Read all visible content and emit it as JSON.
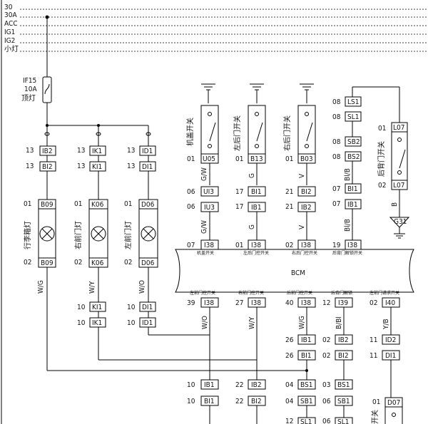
{
  "bus_lines": [
    "30",
    "30A",
    "ACC",
    "IG1",
    "IG2",
    "小灯"
  ],
  "fuse": {
    "id": "IF15",
    "rating": "10A",
    "name": "顶灯"
  },
  "lamps": [
    {
      "name": "行李箱灯",
      "top_conn_pin": "13",
      "top_conn": "IB2",
      "mid_conn_pin": "13",
      "mid_conn": "BI2",
      "conn_pin1": "01",
      "conn1": "B09",
      "conn_pin2": "02",
      "conn2": "B09",
      "wire": "W/G"
    },
    {
      "name": "右前门灯",
      "top_conn_pin": "13",
      "top_conn": "IK1",
      "mid_conn_pin": "13",
      "mid_conn": "KI1",
      "conn_pin1": "01",
      "conn1": "K06",
      "conn_pin2": "02",
      "conn2": "K06",
      "wire": "W/Y"
    },
    {
      "name": "左前门灯",
      "top_conn_pin": "13",
      "top_conn": "ID1",
      "mid_conn_pin": "13",
      "mid_conn": "DI1",
      "conn_pin1": "01",
      "conn1": "D06",
      "conn_pin2": "02",
      "conn2": "D06",
      "wire": "W/O"
    }
  ],
  "lamp_lower": [
    {
      "pin1": "10",
      "conn1": "KI1",
      "pin2": "10",
      "conn2": "IK1"
    },
    {
      "pin1": "10",
      "conn1": "DI1",
      "pin2": "10",
      "conn2": "ID1"
    }
  ],
  "switches": [
    {
      "name": "机盖开关",
      "pin": "01",
      "conn": "U05",
      "wire": "G/W",
      "c2pin": "06",
      "c2": "UI3",
      "c3pin": "06",
      "c3": "IU3",
      "wire2": "G/W",
      "bcm_pin": "07",
      "bcm_conn": "I38",
      "bcm_label": "机盖开关"
    },
    {
      "name": "左后门开关",
      "pin": "01",
      "conn": "B13",
      "wire": "G",
      "c2pin": "17",
      "c2": "BI1",
      "c3pin": "17",
      "c3": "IB1",
      "wire2": "G",
      "bcm_pin": "01",
      "bcm_conn": "I38",
      "bcm_label": "左后门控开关"
    },
    {
      "name": "右后门开关",
      "pin": "01",
      "conn": "B03",
      "wire": "V",
      "c2pin": "21",
      "c2": "BI2",
      "c3pin": "21",
      "c3": "IB2",
      "wire2": "V",
      "bcm_pin": "02",
      "bcm_conn": "I38",
      "bcm_label": "右后门控开关"
    }
  ],
  "right_chain": {
    "c1pin": "08",
    "c1": "LS1",
    "c2pin": "08",
    "c2": "SL1",
    "c3pin": "08",
    "c3": "SB2",
    "c4pin": "08",
    "c4": "BS2",
    "wire": "Bl/B",
    "c5pin": "07",
    "c5": "BI1",
    "c6pin": "07",
    "c6": "IB1",
    "wire2": "Bl/B",
    "bcm_pin": "19",
    "bcm_conn": "I38",
    "bcm_label": "后背门解锁开关"
  },
  "rear_switch": {
    "name": "后背门开关",
    "pin1": "01",
    "conn1": "L07",
    "pin2": "02",
    "conn2": "L07",
    "wire": "B",
    "ground": "G31"
  },
  "bcm": {
    "label": "BCM",
    "bottom_pins": [
      {
        "label": "左前门控开关",
        "pin": "39",
        "conn": "I38",
        "wire": "W/O"
      },
      {
        "label": "右前门控开关",
        "pin": "27",
        "conn": "I38",
        "wire": "W/Y"
      },
      {
        "label": "后前门控开关",
        "pin": "40",
        "conn": "I38",
        "wire": "W/G"
      },
      {
        "label": "后背门解锁",
        "pin": "12",
        "conn": "I39",
        "wire": "B/Bl"
      },
      {
        "label": "左前门请求开关",
        "pin": "02",
        "conn": "I40",
        "wire": "Y/B"
      }
    ]
  },
  "lower": {
    "row1": [
      {
        "pin": "26",
        "conn": "IB1"
      },
      {
        "pin": "02",
        "conn": "IB2"
      },
      {
        "pin": "11",
        "conn": "ID2"
      }
    ],
    "row2": [
      {
        "pin": "26",
        "conn": "BI1"
      },
      {
        "pin": "02",
        "conn": "BI2"
      },
      {
        "pin": "11",
        "conn": "DI1"
      }
    ],
    "row3": [
      {
        "pin": "10",
        "conn": "IB1"
      },
      {
        "pin": "22",
        "conn": "IB2"
      },
      {
        "pin": "04",
        "conn": "BS1"
      },
      {
        "pin": "03",
        "conn": "BS1"
      }
    ],
    "row4": [
      {
        "pin": "10",
        "conn": "BI1"
      },
      {
        "pin": "22",
        "conn": "BI2"
      },
      {
        "pin": "04",
        "conn": "SB1"
      },
      {
        "pin": "06",
        "conn": "SB1"
      }
    ],
    "row5": [
      {
        "pin": "12",
        "conn": "SL1"
      },
      {
        "pin": "06",
        "conn": "SL1"
      }
    ],
    "d07": {
      "pin": "01",
      "conn": "D07",
      "name": "开关"
    }
  }
}
